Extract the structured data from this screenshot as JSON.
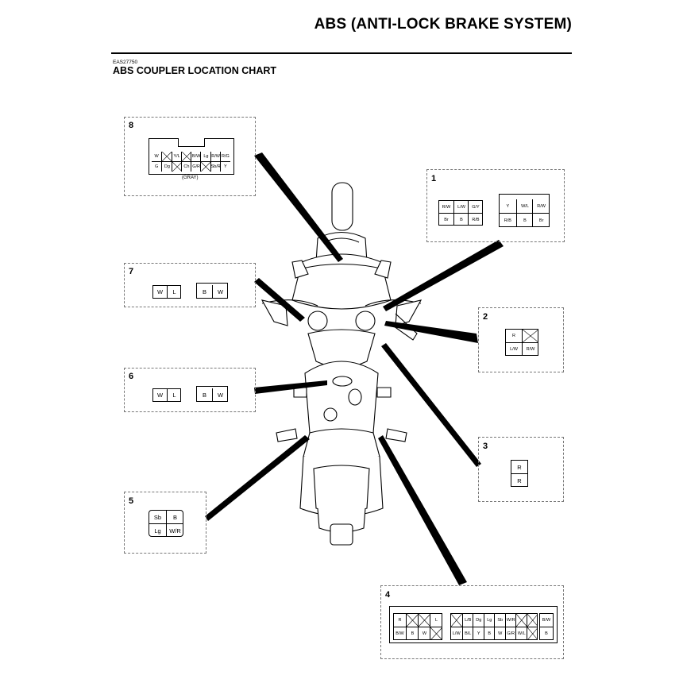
{
  "header": {
    "title": "ABS (ANTI-LOCK BRAKE SYSTEM)",
    "code": "EAS27750",
    "section_title": "ABS COUPLER LOCATION CHART"
  },
  "boxes": {
    "b1": {
      "num": "1",
      "left_top": [
        "R/W",
        "L/W",
        "G/Y"
      ],
      "left_bottom": [
        "Br",
        "B",
        "R/B"
      ],
      "right_top": [
        "Y",
        "W/L",
        "R/W"
      ],
      "right_bottom": [
        "R/B",
        "B",
        "Br"
      ]
    },
    "b2": {
      "num": "2",
      "top": [
        "R"
      ],
      "bottom": [
        "L/W",
        "R/W"
      ]
    },
    "b3": {
      "num": "3",
      "cells": [
        "R",
        "R"
      ]
    },
    "b4": {
      "num": "4",
      "left_top": [
        "R",
        "L"
      ],
      "left_bottom": [
        "B/W",
        "B",
        "W"
      ],
      "mid_top": [
        "L/B",
        "Dg",
        "Lg",
        "Sb",
        "W/R"
      ],
      "mid_bottom": [
        "L/W",
        "B/L",
        "Y",
        "B",
        "W",
        "G/R",
        "W/L"
      ],
      "right_cells": [
        "B/W",
        "B"
      ]
    },
    "b5": {
      "num": "5",
      "top": [
        "Sb",
        "B"
      ],
      "bottom": [
        "Lg",
        "W/R"
      ]
    },
    "b6": {
      "num": "6",
      "a": [
        "W",
        "L"
      ],
      "b": [
        "B",
        "W"
      ]
    },
    "b7": {
      "num": "7",
      "a": [
        "W",
        "L"
      ],
      "b": [
        "B",
        "W"
      ]
    },
    "b8": {
      "num": "8",
      "top": [
        "W",
        "Y/L",
        "B/W",
        "Lg",
        "R/W",
        "R/G"
      ],
      "bottom": [
        "G",
        "Dg",
        "Ch",
        "G/R",
        "Sb/R",
        "Y"
      ],
      "label": "(GRAY)"
    }
  }
}
